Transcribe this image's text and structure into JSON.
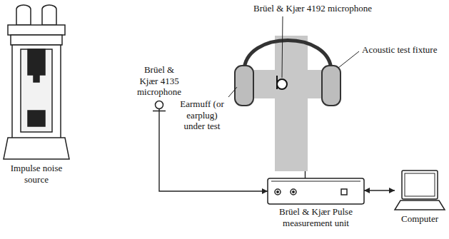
{
  "diagram": {
    "nodes": [
      {
        "text": [
          "Impulse noise source"
        ]
      },
      {
        "text": [
          "Brüel & Kjær 4135 microphone"
        ]
      },
      {
        "text": [
          "Acoustic test fixture"
        ]
      },
      {
        "text": [
          "Brüel & Kjær Pulse measurement unit"
        ]
      },
      {
        "text": [
          "Computer"
        ]
      }
    ],
    "edges": [
      {
        "from": 1,
        "to": 3,
        "arrow": "to"
      },
      {
        "from": 2,
        "to": 3,
        "arrow": "none"
      },
      {
        "from": 3,
        "to": 4,
        "arrow": "both"
      }
    ],
    "labels": [
      "Brüel & Kjær 4192 microphone",
      "Earmuff (or earplug) under test"
    ]
  }
}
